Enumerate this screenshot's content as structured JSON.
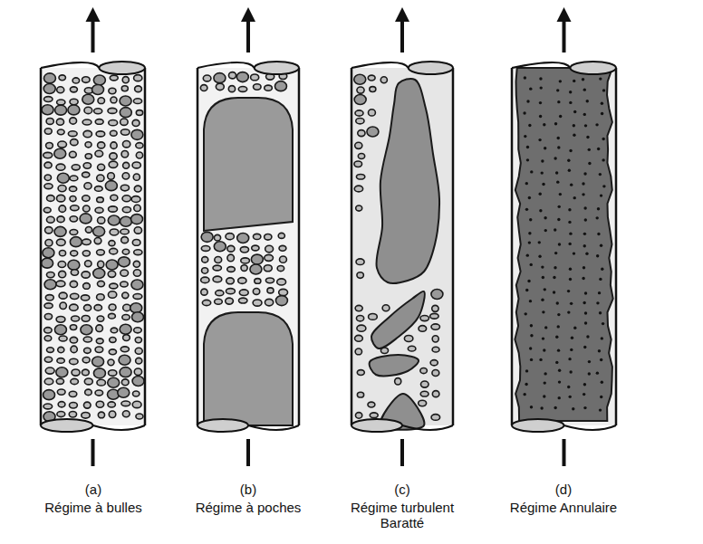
{
  "diagram": {
    "labels": [
      "(a)",
      "Régime à bulles",
      "(b)",
      "Régime à poches",
      "(c)",
      "Régime turbulent Baratté",
      "(d)",
      "Régime Annulaire"
    ]
  }
}
